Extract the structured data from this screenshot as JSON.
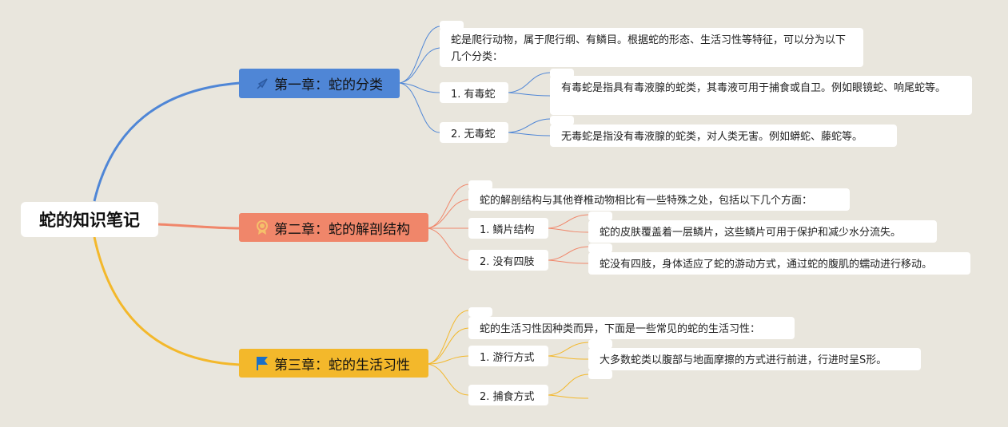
{
  "root": {
    "title": "蛇的知识笔记"
  },
  "colors": {
    "background": "#e9e6dd",
    "chapter1": "#4f86d6",
    "chapter2": "#f0866a",
    "chapter3": "#f3b82b"
  },
  "chapters": [
    {
      "title": "第一章：蛇的分类",
      "icon": "rocket-icon",
      "intro": "蛇是爬行动物，属于爬行纲、有鳞目。根据蛇的形态、生活习性等特征，可以分为以下几个分类：",
      "subs": [
        {
          "label": "1. 有毒蛇",
          "detail": "有毒蛇是指具有毒液腺的蛇类，其毒液可用于捕食或自卫。例如眼镜蛇、响尾蛇等。"
        },
        {
          "label": "2. 无毒蛇",
          "detail": "无毒蛇是指没有毒液腺的蛇类，对人类无害。例如蟒蛇、藤蛇等。"
        }
      ]
    },
    {
      "title": "第二章：蛇的解剖结构",
      "icon": "award-ribbon-icon",
      "intro": "蛇的解剖结构与其他脊椎动物相比有一些特殊之处，包括以下几个方面：",
      "subs": [
        {
          "label": "1. 鳞片结构",
          "detail": "蛇的皮肤覆盖着一层鳞片，这些鳞片可用于保护和减少水分流失。"
        },
        {
          "label": "2. 没有四肢",
          "detail": "蛇没有四肢，身体适应了蛇的游动方式，通过蛇的腹肌的蠕动进行移动。"
        }
      ]
    },
    {
      "title": "第三章：蛇的生活习性",
      "icon": "flag-icon",
      "intro": "蛇的生活习性因种类而异，下面是一些常见的蛇的生活习性：",
      "subs": [
        {
          "label": "1. 游行方式",
          "detail": "大多数蛇类以腹部与地面摩擦的方式进行前进，行进时呈S形。"
        },
        {
          "label": "2. 捕食方式",
          "detail": ""
        }
      ]
    }
  ]
}
